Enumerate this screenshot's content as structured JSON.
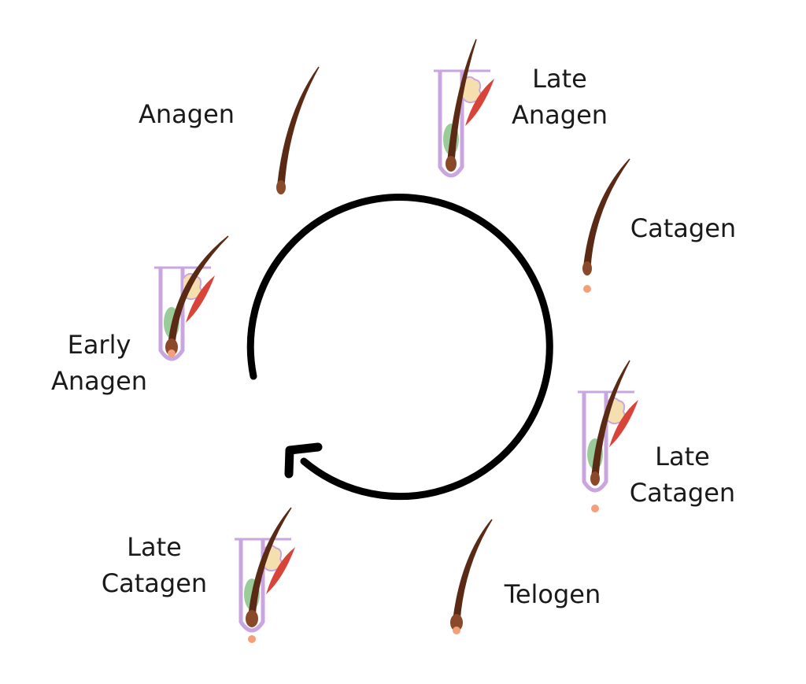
{
  "labels": {
    "anagen": "Anagen",
    "late_anagen": [
      "Late",
      "Anagen"
    ],
    "catagen": "Catagen",
    "late_catagen_right": [
      "Late",
      "Catagen"
    ],
    "telogen": "Telogen",
    "late_catagen_left": [
      "Late",
      "Catagen"
    ],
    "early_anagen": [
      "Early",
      "Anagen"
    ]
  },
  "colors": {
    "hair": "#5a2a14",
    "bulb": "#8a4a2a",
    "sheath": "#c9a6e0",
    "green": "#7fbf7f",
    "muscle": "#d9443a",
    "gland": "#f6dfae",
    "papilla": "#f3a07a",
    "arrow": "#000000"
  }
}
